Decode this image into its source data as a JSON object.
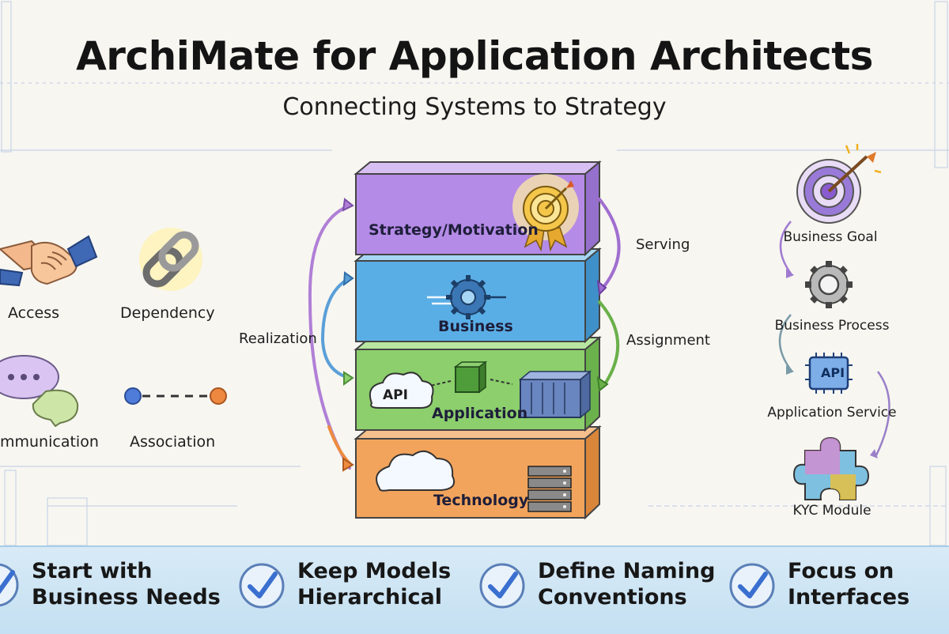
{
  "header": {
    "title": "ArchiMate for Application Architects",
    "subtitle": "Connecting Systems to Strategy"
  },
  "relationships": {
    "access": "Access",
    "dependency": "Dependency",
    "communication": "mmunication",
    "association": "Association"
  },
  "layers": {
    "strategy": "Strategy/Motivation",
    "business": "Business",
    "application": "Application",
    "technology": "Technology",
    "api_cloud": "API"
  },
  "arrows": {
    "realization": "Realization",
    "serving": "Serving",
    "assignment": "Assignment"
  },
  "chain": {
    "goal": "Business Goal",
    "process": "Business Process",
    "service": "Application Service",
    "service_chip": "API",
    "module": "KYC Module"
  },
  "tips": {
    "t1_line1": "Start with",
    "t1_line2": "Business Needs",
    "t2_line1": "Keep Models",
    "t2_line2": "Hierarchical",
    "t3_line1": "Define Naming",
    "t3_line2": "Conventions",
    "t4_line1": "Focus on",
    "t4_line2": "Interfaces"
  },
  "colors": {
    "strategy": "#b48be6",
    "business": "#5aaee6",
    "application": "#8ccf6c",
    "technology": "#f2a45c",
    "footer": "#c9e3f3",
    "check_blue": "#3a6fd0"
  }
}
